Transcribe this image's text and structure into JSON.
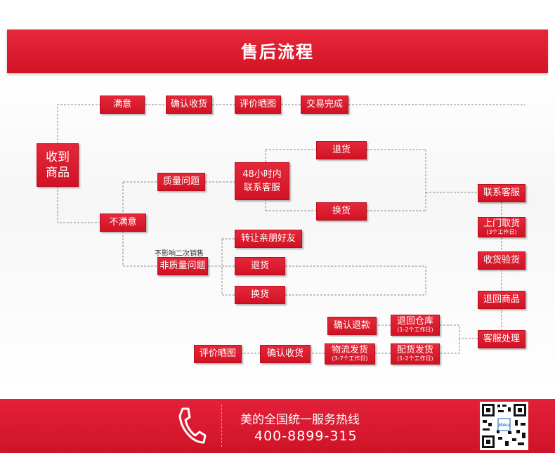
{
  "header": {
    "title": "售后流程"
  },
  "nodes": {
    "receive": {
      "line1": "收到",
      "line2": "商品"
    },
    "satisfied": "满意",
    "confirm_receipt_top": "确认收货",
    "review_top": "评价晒图",
    "deal_done": "交易完成",
    "unsatisfied": "不满意",
    "quality_issue": "质量问题",
    "hotline_48h": {
      "line1": "48小时内",
      "line2": "联系客服"
    },
    "refund_top": "退货",
    "exchange_top": "换货",
    "non_quality_issue": "非质量问题",
    "transfer_friend": "转让亲朋好友",
    "refund_mid": "退货",
    "exchange_mid": "换货",
    "contact_service": "联系客服",
    "pickup": {
      "main": "上门取货",
      "sub": "(3个工作日)"
    },
    "inspect": "收货验货",
    "return_goods": "退回商品",
    "service_handle": "客服处理",
    "confirm_refund": "确认退款",
    "return_warehouse": {
      "main": "退回仓库",
      "sub": "(1-2个工作日)"
    },
    "ship_replacement": {
      "main": "配货发货",
      "sub": "(1-2个工作日)"
    },
    "logistics_ship": {
      "main": "物流发货",
      "sub": "(3-7个工作日)"
    },
    "confirm_receipt_bottom": "确认收货",
    "review_bottom": "评价晒图"
  },
  "notes": {
    "no_resale_effect": "不影响二次销售"
  },
  "footer": {
    "hotline_label": "美的全国统一服务热线",
    "hotline_number": "400-8899-315",
    "qr_brand": "Midea"
  },
  "colors": {
    "accent": "#d8182b",
    "connector": "#8a8a8a"
  },
  "icons": {
    "phone": "phone-icon",
    "qr": "qr-code-icon"
  }
}
